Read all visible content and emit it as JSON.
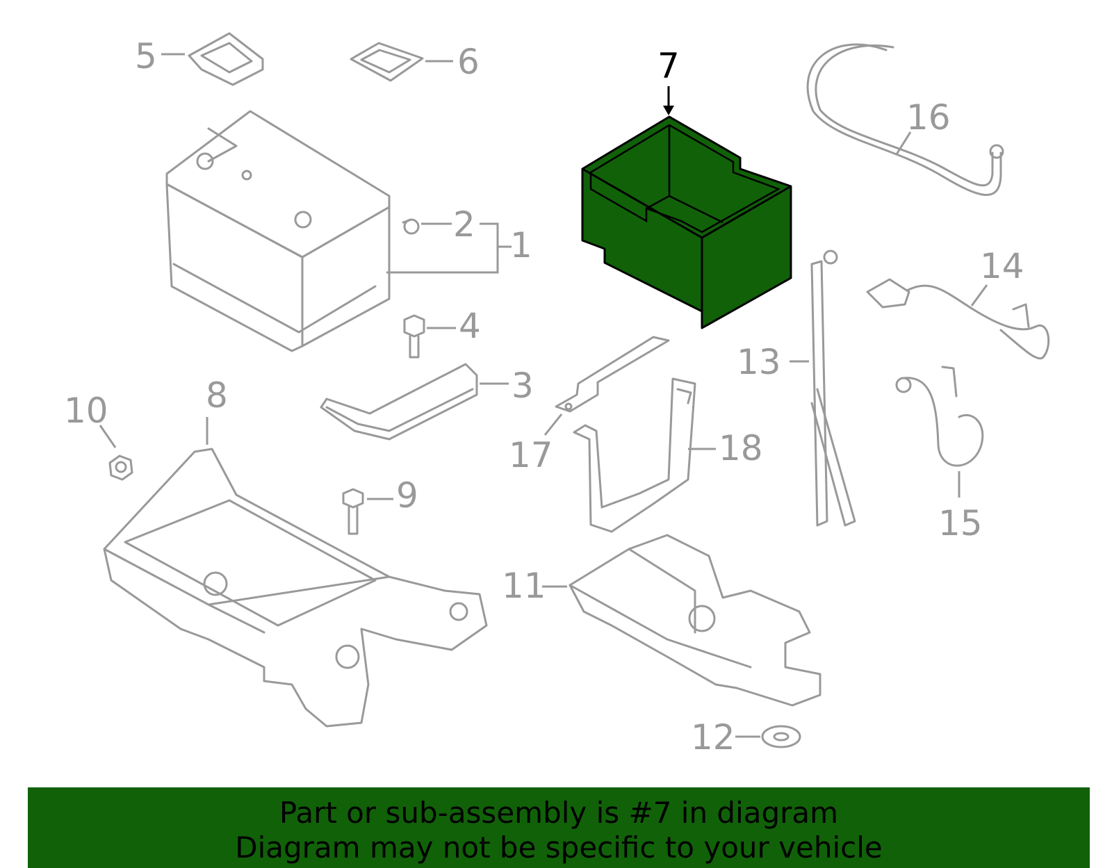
{
  "diagram": {
    "highlighted_part": "7",
    "highlight_color": "#116109",
    "part_stroke_color": "#999999",
    "callouts": [
      {
        "id": "1",
        "label": "1"
      },
      {
        "id": "2",
        "label": "2"
      },
      {
        "id": "3",
        "label": "3"
      },
      {
        "id": "4",
        "label": "4"
      },
      {
        "id": "5",
        "label": "5"
      },
      {
        "id": "6",
        "label": "6"
      },
      {
        "id": "7",
        "label": "7"
      },
      {
        "id": "8",
        "label": "8"
      },
      {
        "id": "9",
        "label": "9"
      },
      {
        "id": "10",
        "label": "10"
      },
      {
        "id": "11",
        "label": "11"
      },
      {
        "id": "12",
        "label": "12"
      },
      {
        "id": "13",
        "label": "13"
      },
      {
        "id": "14",
        "label": "14"
      },
      {
        "id": "15",
        "label": "15"
      },
      {
        "id": "16",
        "label": "16"
      },
      {
        "id": "17",
        "label": "17"
      },
      {
        "id": "18",
        "label": "18"
      }
    ]
  },
  "banner": {
    "line1": "Part or sub-assembly is #7 in diagram",
    "line2": "Diagram may not be specific to your vehicle",
    "background_color": "#116109"
  }
}
